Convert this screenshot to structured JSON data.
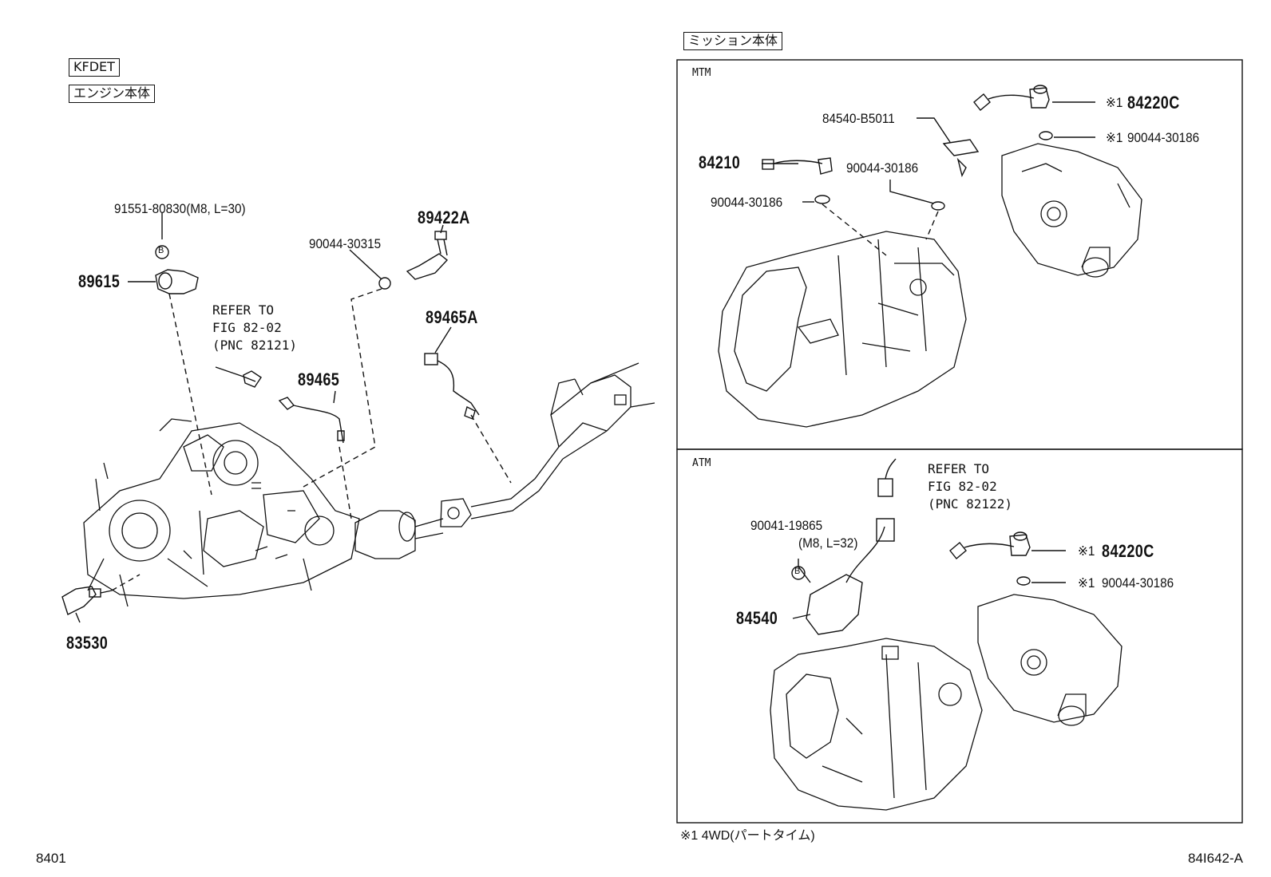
{
  "tags": {
    "engine_model": "KFDET",
    "engine_body": "エンジン本体",
    "transmission_body": "ミッション本体"
  },
  "panels": {
    "mtm": "MTM",
    "atm": "ATM"
  },
  "parts_left": {
    "p91551": "91551-80830",
    "p91551_spec": "(M8, L=30)",
    "p89615": "89615",
    "p90044_30315": "90044-30315",
    "p89422a": "89422A",
    "refer1_l1": "REFER TO",
    "refer1_l2": "FIG 82-02",
    "refer1_l3": "(PNC 82121)",
    "p89465": "89465",
    "p89465a": "89465A",
    "p83530": "83530",
    "b_mark": "B"
  },
  "parts_mtm": {
    "p84540_b5011": "84540-B5011",
    "p84210": "84210",
    "p90044_a": "90044-30186",
    "p90044_b": "90044-30186",
    "p84220c": "84220C",
    "p90044_c": "90044-30186",
    "note_mark": "※1"
  },
  "parts_atm": {
    "refer2_l1": "REFER TO",
    "refer2_l2": "FIG 82-02",
    "refer2_l3": "(PNC 82122)",
    "p90041": "90041-19865",
    "p90041_spec": "(M8, L=32)",
    "p84540": "84540",
    "p84220c": "84220C",
    "p90044": "90044-30186",
    "note_mark": "※1",
    "b_mark": "B"
  },
  "footer": {
    "footnote": "※1 4WD(パートタイム)",
    "page_code": "8401",
    "figure_id": "84I642-A"
  }
}
